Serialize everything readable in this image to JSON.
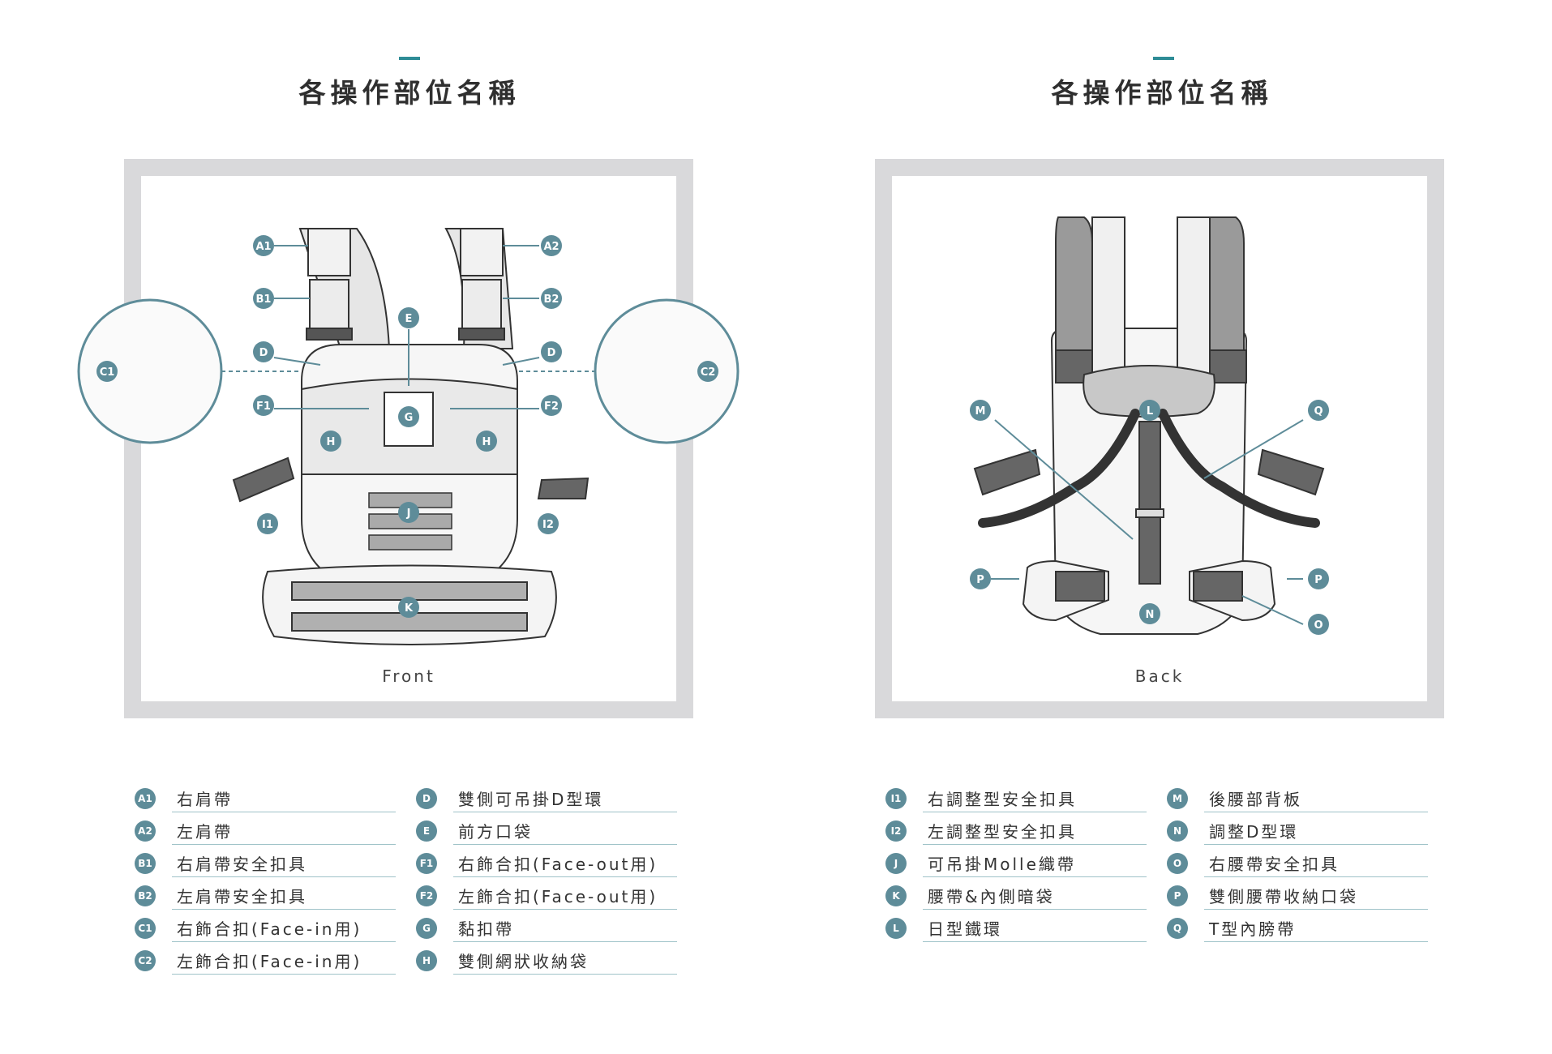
{
  "left_panel": {
    "title": "各操作部位名稱",
    "view_label": "Front",
    "markers": {
      "A1": "A1",
      "A2": "A2",
      "B1": "B1",
      "B2": "B2",
      "C1": "C1",
      "C2": "C2",
      "D": "D",
      "E": "E",
      "F1": "F1",
      "F2": "F2",
      "G": "G",
      "H": "H",
      "I1": "I1",
      "I2": "I2",
      "J": "J",
      "K": "K"
    },
    "legend": [
      [
        {
          "code": "A1",
          "label": "右肩帶"
        },
        {
          "code": "A2",
          "label": "左肩帶"
        },
        {
          "code": "B1",
          "label": "右肩帶安全扣具"
        },
        {
          "code": "B2",
          "label": "左肩帶安全扣具"
        },
        {
          "code": "C1",
          "label": "右飾合扣(Face-in用)"
        },
        {
          "code": "C2",
          "label": "左飾合扣(Face-in用)"
        }
      ],
      [
        {
          "code": "D",
          "label": "雙側可吊掛D型環"
        },
        {
          "code": "E",
          "label": "前方口袋"
        },
        {
          "code": "F1",
          "label": "右飾合扣(Face-out用)"
        },
        {
          "code": "F2",
          "label": "左飾合扣(Face-out用)"
        },
        {
          "code": "G",
          "label": "黏扣帶"
        },
        {
          "code": "H",
          "label": "雙側網狀收納袋"
        }
      ]
    ]
  },
  "right_panel": {
    "title": "各操作部位名稱",
    "view_label": "Back",
    "markers": {
      "L": "L",
      "M": "M",
      "N": "N",
      "O": "O",
      "P": "P",
      "Q": "Q"
    },
    "legend": [
      [
        {
          "code": "I1",
          "label": "右調整型安全扣具"
        },
        {
          "code": "I2",
          "label": "左調整型安全扣具"
        },
        {
          "code": "J",
          "label": "可吊掛Molle織帶"
        },
        {
          "code": "K",
          "label": "腰帶&內側暗袋"
        },
        {
          "code": "L",
          "label": "日型鐵環"
        }
      ],
      [
        {
          "code": "M",
          "label": "後腰部背板"
        },
        {
          "code": "N",
          "label": "調整D型環"
        },
        {
          "code": "O",
          "label": "右腰帶安全扣具"
        },
        {
          "code": "P",
          "label": "雙側腰帶收納口袋"
        },
        {
          "code": "Q",
          "label": "T型內膀帶"
        }
      ]
    ]
  },
  "colors": {
    "accent": "#2e8c96",
    "badge": "#5e8c99",
    "frame": "#d9d9db",
    "strap_dark": "#666666",
    "strap_grey": "#9a9a9a"
  }
}
